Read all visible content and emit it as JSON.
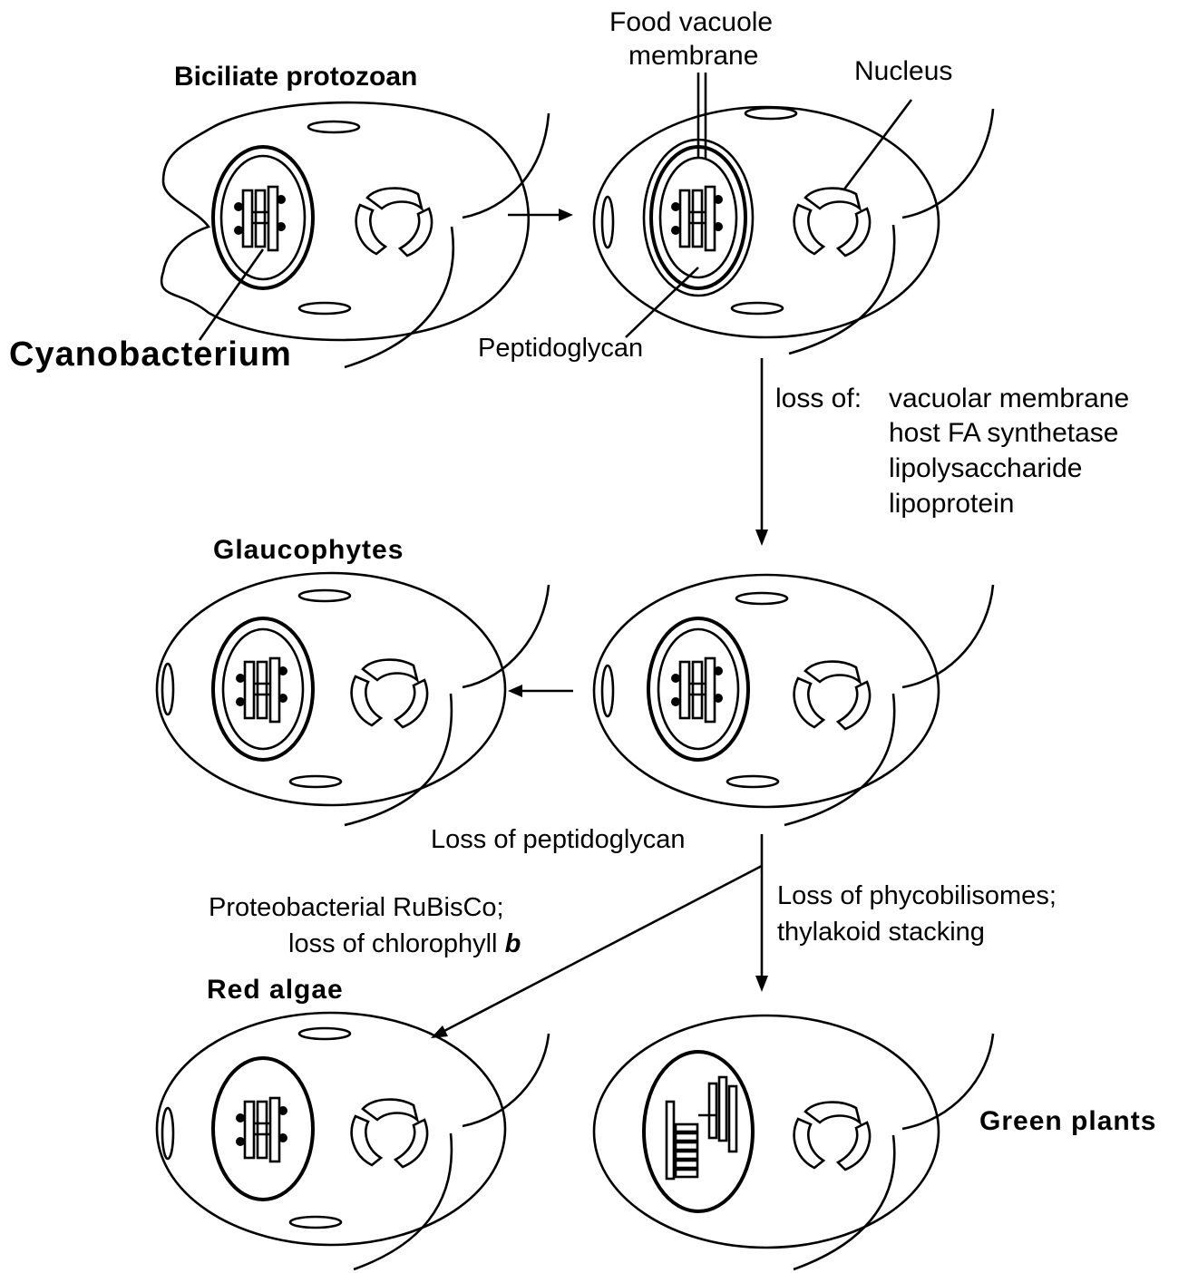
{
  "labels": {
    "biciliate_protozoan": "Biciliate protozoan",
    "cyanobacterium": "Cyanobacterium",
    "food_vacuole_line1": "Food vacuole",
    "food_vacuole_line2": "membrane",
    "nucleus": "Nucleus",
    "peptidoglycan": "Peptidoglycan",
    "glaucophytes": "Glaucophytes",
    "red_algae": "Red algae",
    "green_plants": "Green plants"
  },
  "steps": {
    "loss_of_prefix": "loss of:",
    "losses": [
      "vacuolar membrane",
      "host FA synthetase",
      "lipolysaccharide",
      "lipoprotein"
    ],
    "loss_peptidoglycan": "Loss of peptidoglycan",
    "proteobacterial_line1": "Proteobacterial RuBisCo;",
    "proteobacterial_line2_prefix": "loss of chlorophyll",
    "proteobacterial_line2_italic": "b",
    "phycobilisomes_line1": "Loss of phycobilisomes;",
    "phycobilisomes_line2": "thylakoid stacking"
  }
}
